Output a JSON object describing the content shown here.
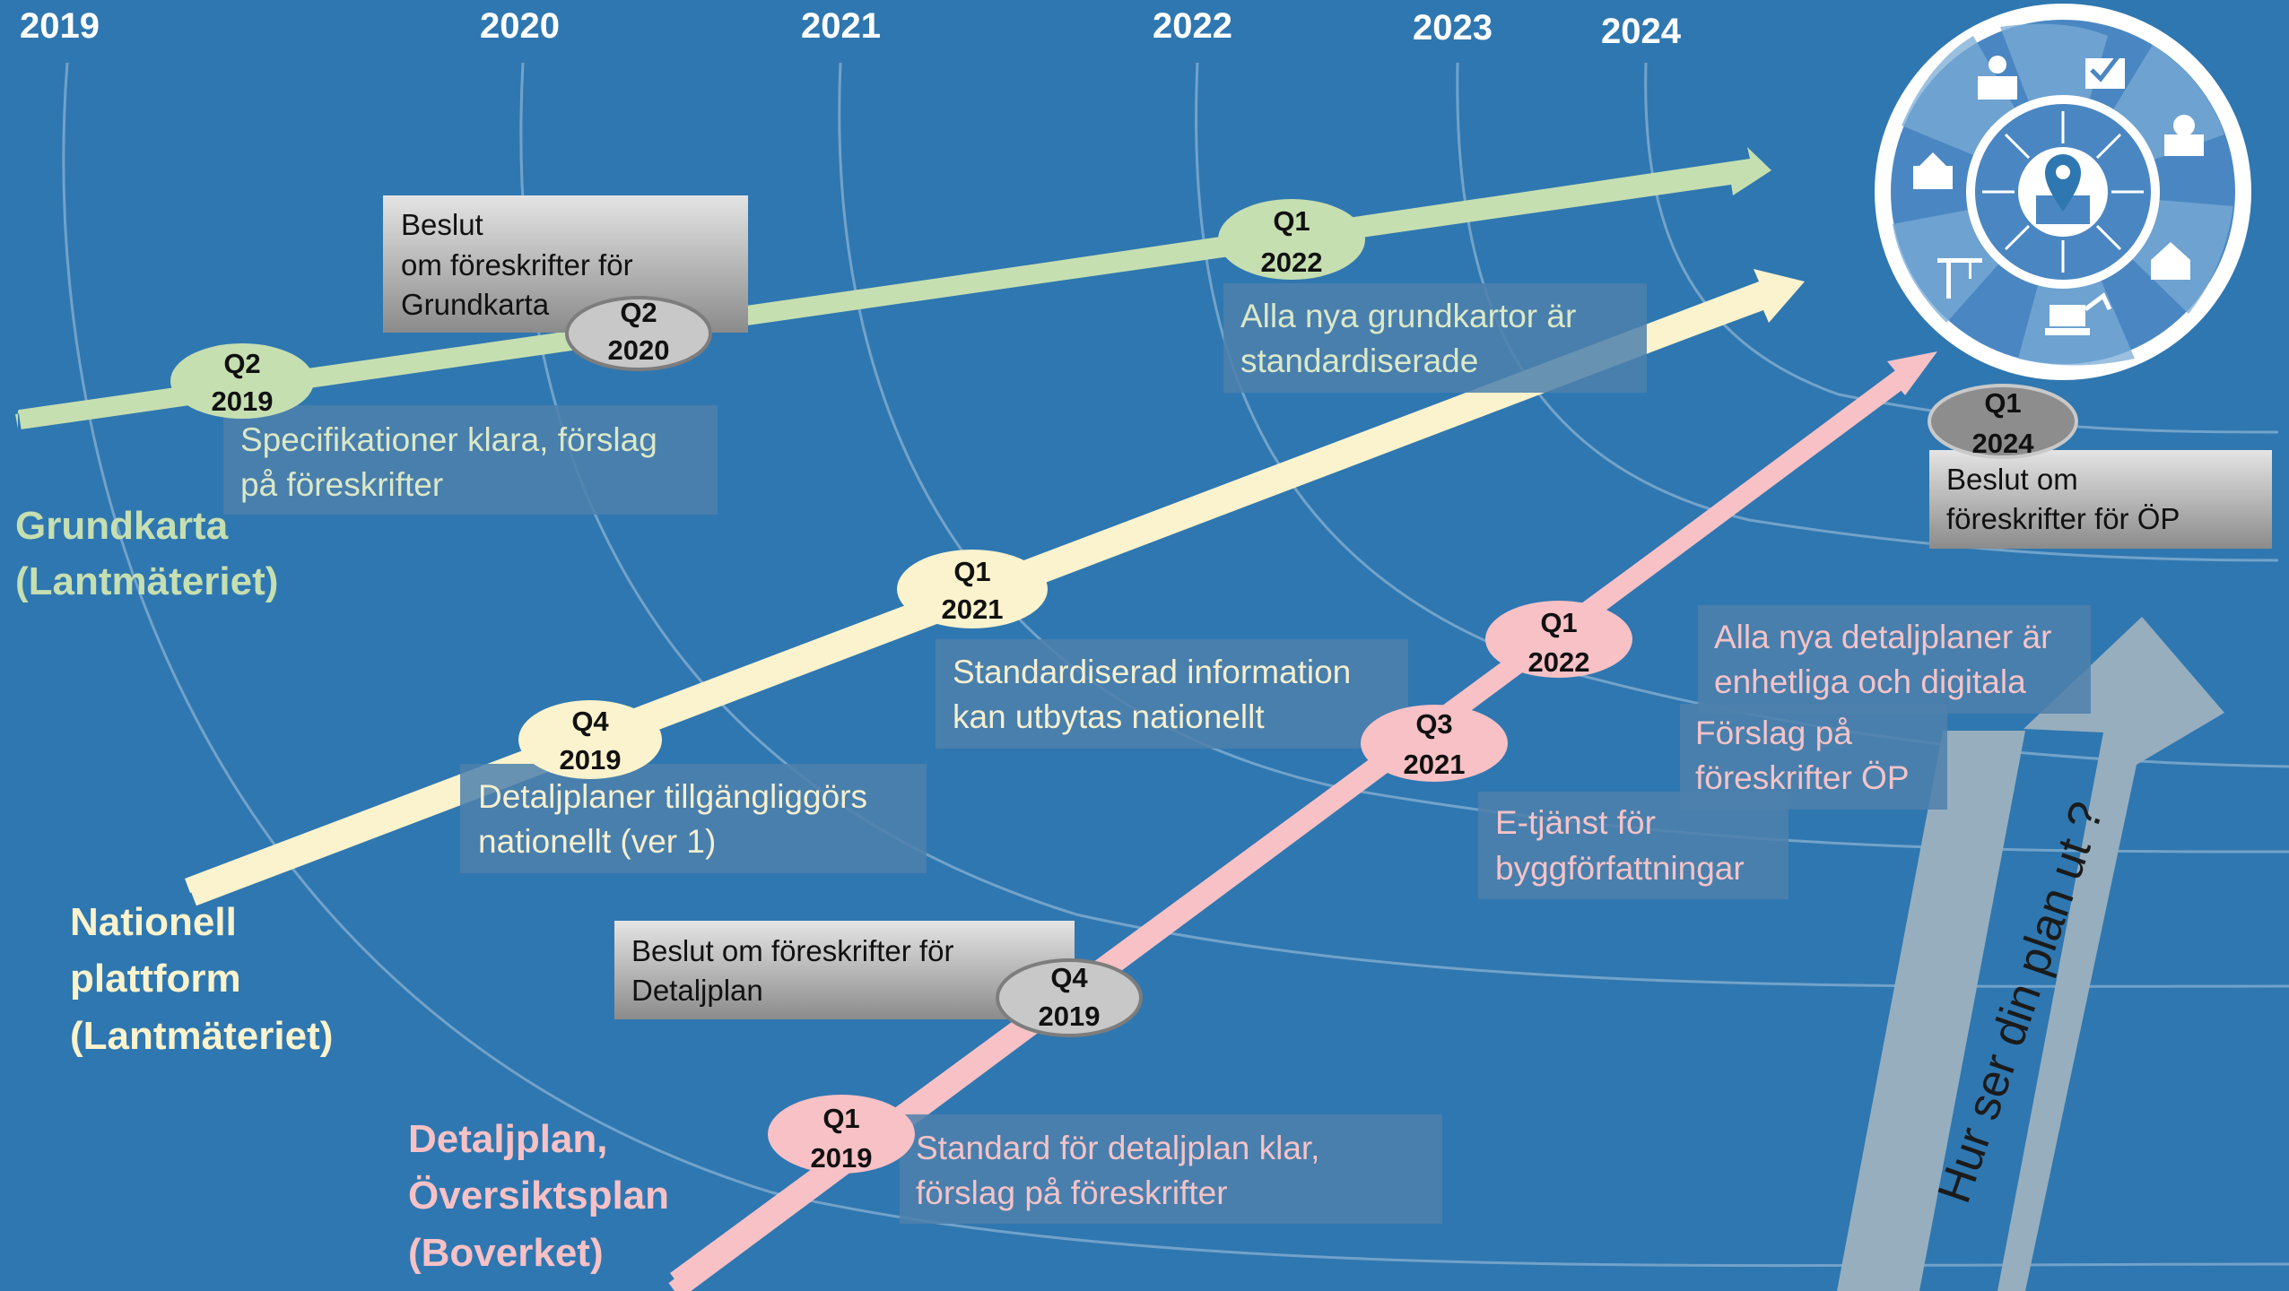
{
  "colors": {
    "background": "#2f77b0",
    "grundkarta": "#c6dfb1",
    "plattform": "#fbf3cd",
    "detaljplan": "#f7c1c6",
    "info_box": "#4d80ab",
    "gray_box_top": "#e4e4e4",
    "gray_box_bottom": "#8b8b8b",
    "big_arrow": "#97aebe"
  },
  "years": [
    "2019",
    "2020",
    "2021",
    "2022",
    "2023",
    "2024"
  ],
  "tracks": {
    "grundkarta": [
      "Grundkarta",
      "(Lantmäteriet)"
    ],
    "plattform": [
      "Nationell",
      "plattform",
      "(Lantmäteriet)"
    ],
    "detaljplan": [
      "Detaljplan,",
      "Översiktsplan",
      "(Boverket)"
    ]
  },
  "milestones": {
    "g1": [
      "Q2",
      "2019"
    ],
    "g2": [
      "Q2",
      "2020"
    ],
    "g3": [
      "Q1",
      "2022"
    ],
    "p1": [
      "Q4",
      "2019"
    ],
    "p2": [
      "Q1",
      "2021"
    ],
    "d1": [
      "Q1",
      "2019"
    ],
    "d2": [
      "Q4",
      "2019"
    ],
    "d3": [
      "Q3",
      "2021"
    ],
    "d4": [
      "Q1",
      "2022"
    ],
    "d5": [
      "Q1",
      "2024"
    ]
  },
  "boxes": {
    "g_spec": [
      "Specifikationer klara, förslag",
      "på föreskrifter"
    ],
    "g_standard": [
      "Alla nya  grundkartor  är",
      "standardiserade"
    ],
    "p_detalj": [
      "Detaljplaner tillgängliggörs",
      "nationellt (ver 1)"
    ],
    "p_standard": [
      "Standardiserad information",
      "kan utbytas nationellt"
    ],
    "d_standard": [
      "Standard för detaljplan klar,",
      "förslag på föreskrifter"
    ],
    "d_etjanst": [
      "E-tjänst för",
      "byggförfattningar"
    ],
    "d_forslag": [
      "Förslag på",
      "föreskrifter ÖP"
    ],
    "d_alla": [
      "Alla nya detaljplaner är",
      "enhetliga och digitala"
    ]
  },
  "gray_boxes": {
    "g_beslut": [
      "Beslut",
      "om föreskrifter för",
      "Grundkarta"
    ],
    "d_beslut": [
      "Beslut om föreskrifter för",
      "Detaljplan"
    ],
    "op_beslut": [
      "Beslut om",
      "föreskrifter för ÖP"
    ]
  },
  "big_arrow_text": "Hur ser din plan ut ?",
  "icons": {
    "center": "map-pin-icon",
    "ring": [
      "lightbulb-plan-icon",
      "checklist-plan-icon",
      "location-plan-icon",
      "house-check-icon",
      "excavator-icon",
      "tower-crane-icon",
      "house-plan-icon"
    ]
  }
}
